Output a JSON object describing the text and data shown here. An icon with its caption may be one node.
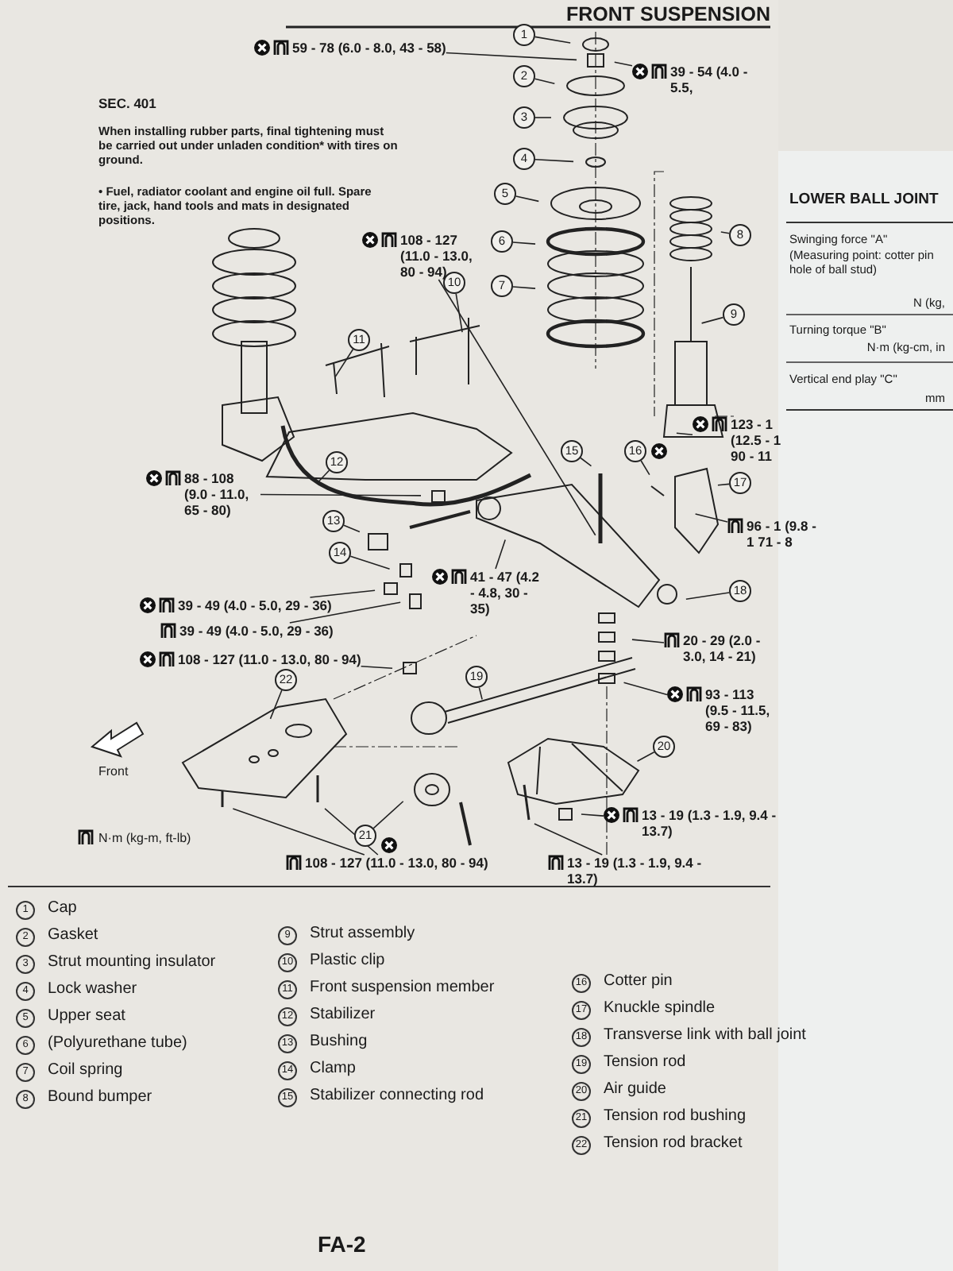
{
  "diagram": {
    "title": "FRONT SUSPENSION",
    "nodes": [
      {
        "text": [
          "1"
        ]
      },
      {
        "text": [
          "2"
        ]
      },
      {
        "text": [
          "3"
        ]
      },
      {
        "text": [
          "4"
        ]
      },
      {
        "text": [
          "5"
        ]
      },
      {
        "text": [
          "6"
        ]
      },
      {
        "text": [
          "7"
        ]
      },
      {
        "text": [
          "8"
        ]
      },
      {
        "text": [
          "9"
        ]
      },
      {
        "text": [
          "10"
        ]
      },
      {
        "text": [
          "11"
        ]
      },
      {
        "text": [
          "12"
        ]
      },
      {
        "text": [
          "13"
        ]
      },
      {
        "text": [
          "14"
        ]
      },
      {
        "text": [
          "15"
        ]
      },
      {
        "text": [
          "16"
        ]
      },
      {
        "text": [
          "17"
        ]
      },
      {
        "text": [
          "18"
        ]
      },
      {
        "text": [
          "19"
        ]
      },
      {
        "text": [
          "20"
        ]
      },
      {
        "text": [
          "21"
        ]
      },
      {
        "text": [
          "22"
        ]
      },
      {
        "text": [
          "59 - 78 (6.0 - 8.0, 43 - 58)"
        ]
      },
      {
        "text": [
          "39 - 54 (4.0 - 5.5,"
        ]
      },
      {
        "text": [
          "108 - 127 (11.0 - 13.0, 80 - 94)"
        ]
      },
      {
        "text": [
          "123 - 1 (12.5 - 1 90 - 11"
        ]
      },
      {
        "text": [
          "96 - 1 (9.8 - 1 71 - 8"
        ]
      },
      {
        "text": [
          "88 - 108 (9.0 - 11.0, 65 - 80)"
        ]
      },
      {
        "text": [
          "39 - 49 (4.0 - 5.0, 29 - 36)"
        ]
      },
      {
        "text": [
          "39 - 49 (4.0 - 5.0, 29 - 36)"
        ]
      },
      {
        "text": [
          "41 - 47 (4.2 - 4.8, 30 - 35)"
        ]
      },
      {
        "text": [
          "108 - 127 (11.0 - 13.0, 80 - 94)"
        ]
      },
      {
        "text": [
          "20 - 29 (2.0 - 3.0, 14 - 21)"
        ]
      },
      {
        "text": [
          "93 - 113 (9.5 - 11.5, 69 - 83)"
        ]
      },
      {
        "text": [
          "13 - 19 (1.3 - 1.9, 9.4 - 13.7)"
        ]
      },
      {
        "text": [
          "13 - 19 (1.3 - 1.9, 9.4 - 13.7)"
        ]
      },
      {
        "text": [
          "108 - 127 (11.0 - 13.0, 80 - 94)"
        ]
      }
    ],
    "edges": [
      {
        "from": 0,
        "to": null,
        "arrow": "none"
      },
      {
        "from": 1,
        "to": null,
        "arrow": "none"
      },
      {
        "from": 2,
        "to": null,
        "arrow": "none"
      },
      {
        "from": 3,
        "to": null,
        "arrow": "none"
      },
      {
        "from": 4,
        "to": null,
        "arrow": "none"
      },
      {
        "from": 5,
        "to": null,
        "arrow": "none"
      },
      {
        "from": 6,
        "to": null,
        "arrow": "none"
      },
      {
        "from": 7,
        "to": null,
        "arrow": "none"
      },
      {
        "from": 8,
        "to": null,
        "arrow": "none"
      },
      {
        "from": 9,
        "to": null,
        "arrow": "none"
      },
      {
        "from": 10,
        "to": null,
        "arrow": "none"
      },
      {
        "from": 11,
        "to": null,
        "arrow": "none"
      },
      {
        "from": 12,
        "to": null,
        "arrow": "none"
      },
      {
        "from": 13,
        "to": null,
        "arrow": "none"
      },
      {
        "from": 14,
        "to": null,
        "arrow": "none"
      },
      {
        "from": 15,
        "to": null,
        "arrow": "none"
      },
      {
        "from": 16,
        "to": null,
        "arrow": "none"
      },
      {
        "from": 17,
        "to": null,
        "arrow": "none"
      },
      {
        "from": 18,
        "to": null,
        "arrow": "none"
      },
      {
        "from": 19,
        "to": null,
        "arrow": "none"
      },
      {
        "from": 20,
        "to": null,
        "arrow": "none"
      },
      {
        "from": 21,
        "to": null,
        "arrow": "none"
      },
      {
        "from": 22,
        "to": null,
        "arrow": "none"
      },
      {
        "from": 23,
        "to": null,
        "arrow": "none"
      },
      {
        "from": 24,
        "to": null,
        "arrow": "none"
      },
      {
        "from": 25,
        "to": null,
        "arrow": "none"
      },
      {
        "from": 26,
        "to": null,
        "arrow": "none"
      },
      {
        "from": 27,
        "to": null,
        "arrow": "none"
      },
      {
        "from": 28,
        "to": null,
        "arrow": "none"
      },
      {
        "from": 29,
        "to": null,
        "arrow": "none"
      },
      {
        "from": 30,
        "to": null,
        "arrow": "none"
      },
      {
        "from": 31,
        "to": null,
        "arrow": "none"
      },
      {
        "from": 32,
        "to": null,
        "arrow": "none"
      },
      {
        "from": 33,
        "to": null,
        "arrow": "none"
      },
      {
        "from": 34,
        "to": null,
        "arrow": "none"
      },
      {
        "from": 35,
        "to": null,
        "arrow": "none"
      },
      {
        "from": 36,
        "to": null,
        "arrow": "none"
      },
      {
        "from": 36,
        "to": null,
        "arrow": "none"
      }
    ],
    "labels": [
      "SEC. 401",
      "When installing rubber parts, final tightening must be carried out under unladen condition* with tires on ground.",
      "• Fuel, radiator coolant and engine oil full. Spare tire, jack, hand tools and mats in designated positions.",
      "Front",
      "N·m (kg-m, ft-lb)",
      "1",
      "Cap",
      "2",
      "Gasket",
      "3",
      "Strut mounting insulator",
      "4",
      "Lock washer",
      "5",
      "Upper seat",
      "6",
      "(Polyurethane tube)",
      "7",
      "Coil spring",
      "8",
      "Bound bumper",
      "9",
      "Strut assembly",
      "10",
      "Plastic clip",
      "11",
      "Front suspension member",
      "12",
      "Stabilizer",
      "13",
      "Bushing",
      "14",
      "Clamp",
      "15",
      "Stabilizer connecting rod",
      "16",
      "Cotter pin",
      "17",
      "Knuckle spindle",
      "18",
      "Transverse link with ball joint",
      "19",
      "Tension rod",
      "20",
      "Air guide",
      "21",
      "Tension rod bushing",
      "22",
      "Tension rod bracket",
      "LOWER BALL JOINT",
      "Swinging force \"A\"",
      "(Measuring point: cotter pin hole of ball stud)",
      "N (kg,",
      "Turning torque \"B\"",
      "N·m (kg-cm, in",
      "Vertical end play \"C\"",
      "mm",
      "FA-2"
    ]
  }
}
